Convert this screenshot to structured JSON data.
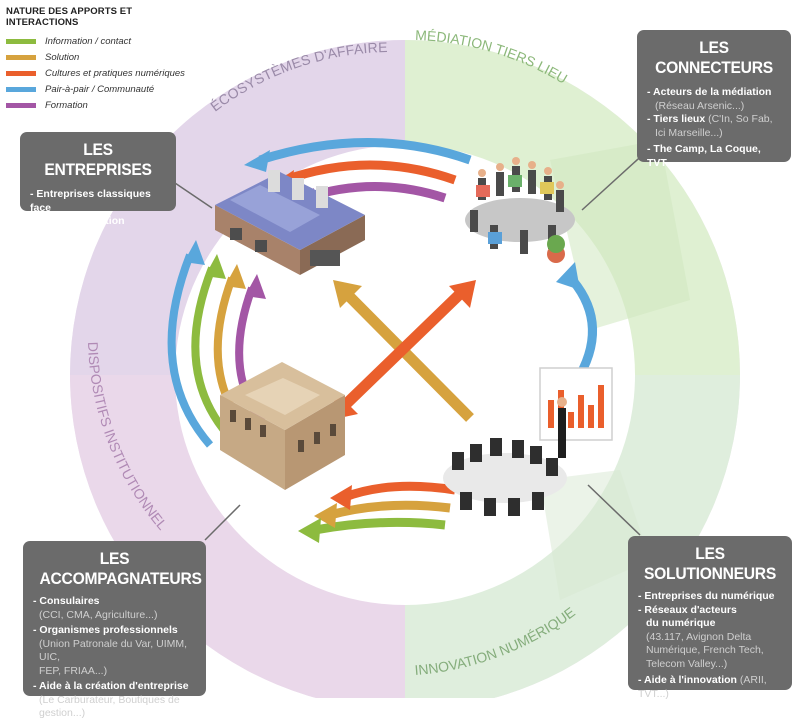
{
  "legend": {
    "title": "NATURE DES APPORTS ET INTERACTIONS",
    "items": [
      {
        "label": "Information / contact",
        "color": "#8dbb3f"
      },
      {
        "label": "Solution",
        "color": "#d6a23e"
      },
      {
        "label": "Cultures et pratiques numériques",
        "color": "#ea5f2c"
      },
      {
        "label": "Pair-à-pair / Communauté",
        "color": "#59a7dc"
      },
      {
        "label": "Formation",
        "color": "#a356a5"
      }
    ]
  },
  "ring_labels": {
    "ecosystemes": "ÉCOSYSTÈMES D'AFFAIRE",
    "mediation": "MÉDIATION TIERS LIEUX",
    "dispositifs": "DISPOSITIFS INSTITUTIONNELS",
    "innovation": "INNOVATION NUMÉRIQUE"
  },
  "entreprises": {
    "title": "LES ENTREPRISES",
    "line1": "- Entreprises classiques face",
    "line2": "à la transformation"
  },
  "connecteurs": {
    "title": "LES CONNECTEURS",
    "l1": "- Acteurs de la médiation",
    "l1_sub": "(Réseau Arsenic...)",
    "l2": "- Tiers lieux",
    "l2_sub": "(C'In, So Fab,",
    "l2_sub2": "Ici Marseille...)",
    "l3": "- The Camp, La Coque, TVT..."
  },
  "accompagnateurs": {
    "title": "LES ACCOMPAGNATEURS",
    "l1": "- Consulaires",
    "l1_sub": "(CCI, CMA, Agriculture...)",
    "l2": "- Organismes professionnels",
    "l2_sub": "(Union Patronale du Var, UIMM, UIC,",
    "l2_sub2": "FEP, FRIAA...)",
    "l3": "- Aide à la création d'entreprise",
    "l3_sub": "(Le Carburateur, Boutiques de gestion...)"
  },
  "solutionneurs": {
    "title": "LES SOLUTIONNEURS",
    "l1": "- Entreprises du numérique",
    "l2": "- Réseaux d'acteurs",
    "l2b": "du numérique",
    "l2_sub": "(43.117, Avignon Delta",
    "l2_sub2": "Numérique, French Tech,",
    "l2_sub3": "Telecom Valley...)",
    "l3": "- Aide à l'innovation",
    "l3_sub": "(ARII, TVT...)"
  }
}
